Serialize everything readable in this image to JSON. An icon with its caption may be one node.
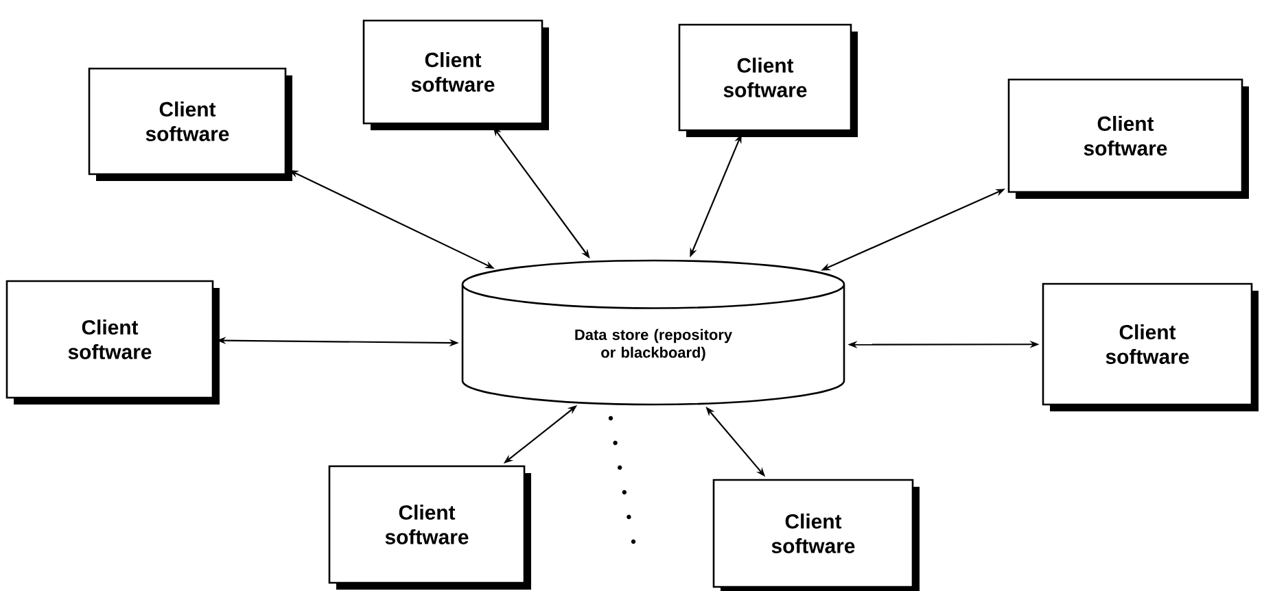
{
  "diagram": {
    "nodes": [
      {
        "text": [
          "Client software"
        ]
      },
      {
        "text": [
          "Client software"
        ]
      },
      {
        "text": [
          "Client software"
        ]
      },
      {
        "text": [
          "Client software"
        ]
      },
      {
        "text": [
          "Client software"
        ]
      },
      {
        "text": [
          "Data store (repository or blackboard)"
        ]
      },
      {
        "text": [
          "Client software"
        ]
      },
      {
        "text": [
          "Client software"
        ]
      },
      {
        "text": [
          "Client software"
        ]
      }
    ],
    "edges": [
      {
        "from": 0,
        "to": 5,
        "arrow": "both"
      },
      {
        "from": 1,
        "to": 5,
        "arrow": "both"
      },
      {
        "from": 2,
        "to": 5,
        "arrow": "both"
      },
      {
        "from": 3,
        "to": 5,
        "arrow": "both"
      },
      {
        "from": 4,
        "to": 5,
        "arrow": "both"
      },
      {
        "from": 6,
        "to": 5,
        "arrow": "both"
      },
      {
        "from": 7,
        "to": 5,
        "arrow": "both"
      },
      {
        "from": 8,
        "to": 5,
        "arrow": "both"
      }
    ]
  }
}
